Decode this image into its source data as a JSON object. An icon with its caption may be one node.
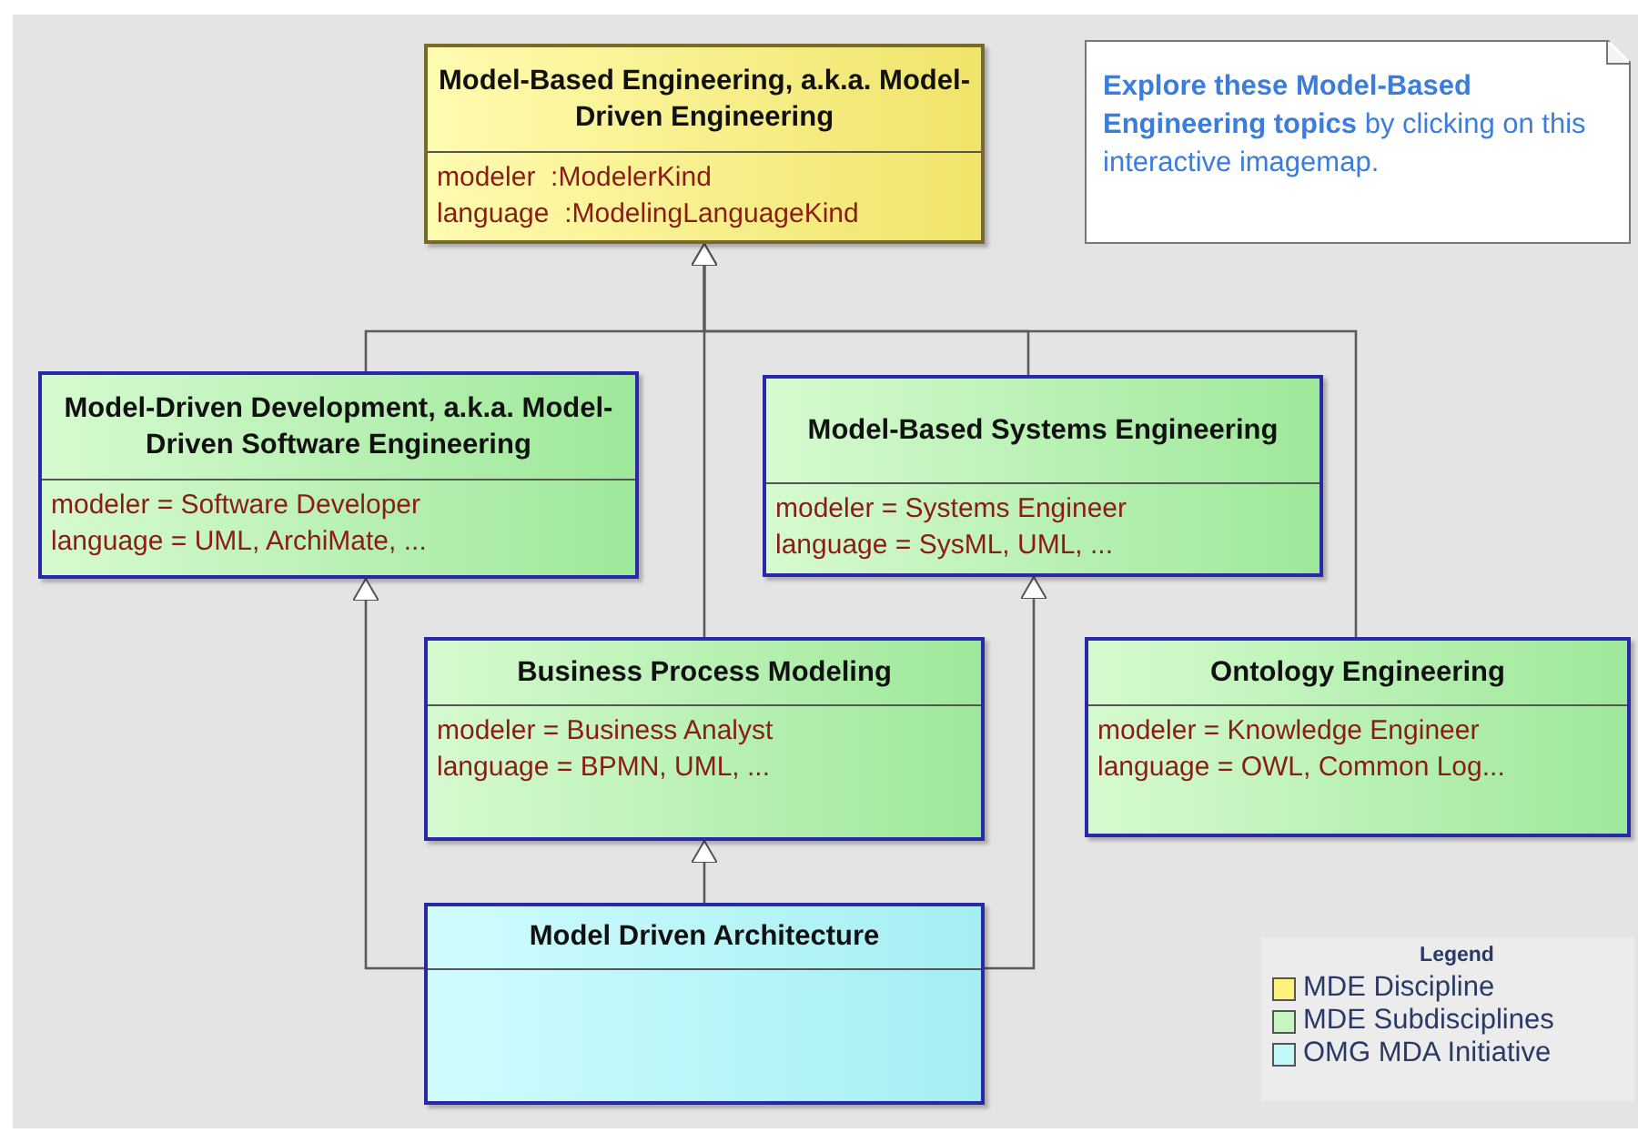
{
  "diagram": {
    "nodes": [
      {
        "text": [
          "Model-Based Engineering, a.k.a. Model-Driven Engineering",
          "modeler  :ModelerKind",
          "language  :ModelingLanguageKind"
        ]
      },
      {
        "text": [
          "**Explore these Model-Based Engineering topics** by clicking on this interactive imagemap."
        ]
      },
      {
        "text": [
          "Model-Driven Development, a.k.a. Model-Driven Software Engineering",
          "modeler = Software Developer",
          "language = UML, ArchiMate, ..."
        ]
      },
      {
        "text": [
          "Model-Based Systems Engineering",
          "modeler = Systems Engineer",
          "language = SysML, UML, ..."
        ]
      },
      {
        "text": [
          "Business Process Modeling",
          "modeler = Business Analyst",
          "language = BPMN, UML, ..."
        ]
      },
      {
        "text": [
          "Ontology Engineering",
          "modeler = Knowledge Engineer",
          "language = OWL, Common Log..."
        ]
      },
      {
        "text": [
          "Model Driven Architecture"
        ]
      }
    ],
    "edges": [
      {
        "from": 2,
        "to": 0,
        "arrow": "to"
      },
      {
        "from": 3,
        "to": 0,
        "arrow": "to"
      },
      {
        "from": 4,
        "to": 0,
        "arrow": "to"
      },
      {
        "from": 5,
        "to": 0,
        "arrow": "to"
      },
      {
        "from": 6,
        "to": 2,
        "arrow": "to"
      },
      {
        "from": 6,
        "to": 3,
        "arrow": "to"
      },
      {
        "from": 6,
        "to": 4,
        "arrow": "to"
      }
    ],
    "labels": [
      "Legend"
    ],
    "legend": [
      {
        "text": "MDE Discipline",
        "color": "#fff27a"
      },
      {
        "text": "MDE Subdisciplines",
        "color": "#c6f5c0"
      },
      {
        "text": "OMG MDA Initiative",
        "color": "#c2f8fa"
      }
    ]
  }
}
